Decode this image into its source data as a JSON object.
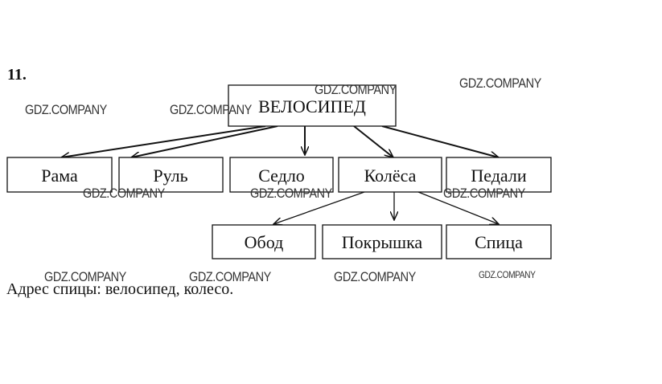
{
  "task_number": "11.",
  "root": "ВЕЛОСИПЕД",
  "level1": [
    "Рама",
    "Руль",
    "Седло",
    "Колёса",
    "Педали"
  ],
  "level2": [
    "Обод",
    "Покрышка",
    "Спица"
  ],
  "answer": "Адрес спицы: велосипед, колесо.",
  "watermark": "GDZ.COMPANY"
}
